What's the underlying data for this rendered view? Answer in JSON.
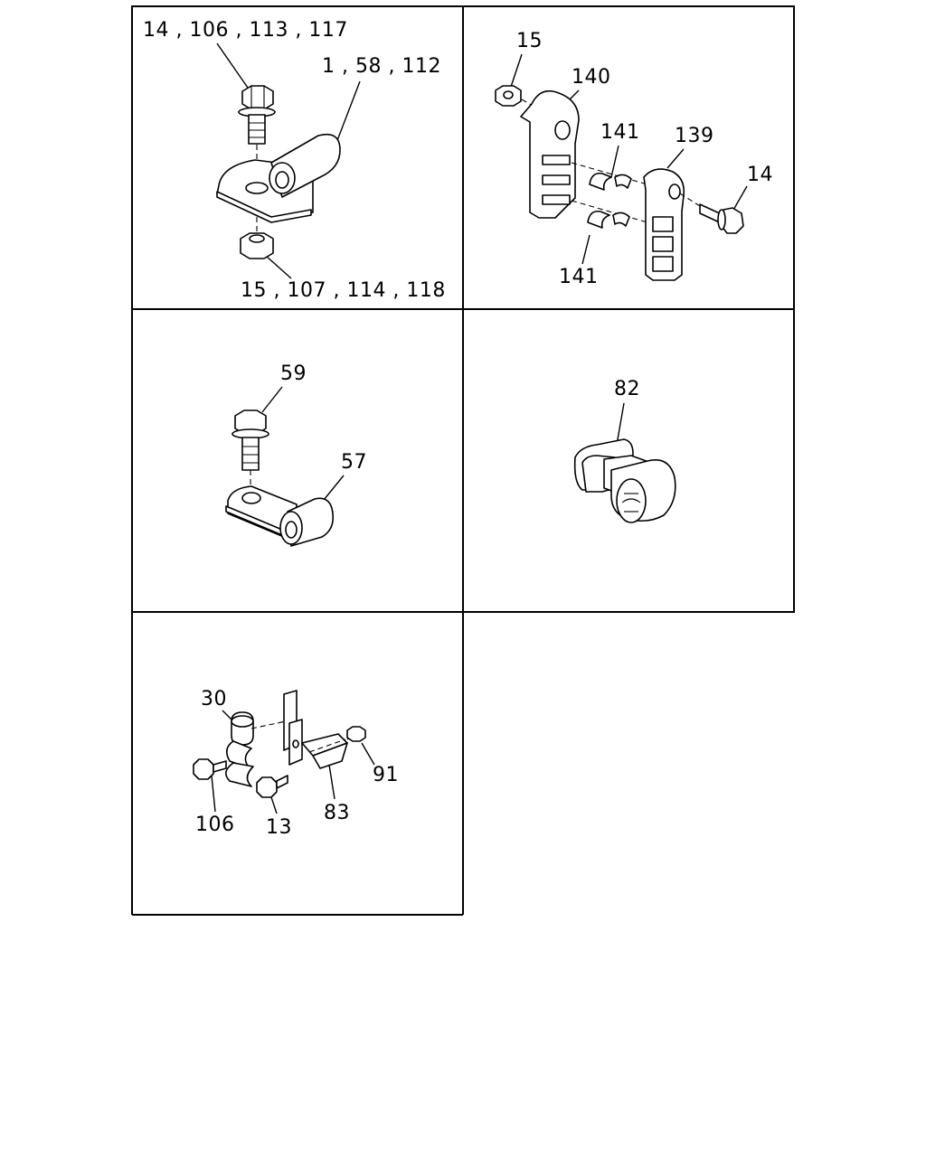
{
  "panels": [
    {
      "id": "p1",
      "labels": [
        "14 , 106 , 113 , 117",
        "1 , 58 , 112",
        "15 , 107 , 114 , 118"
      ]
    },
    {
      "id": "p2",
      "labels": [
        "15",
        "140",
        "141",
        "139",
        "14",
        "141"
      ]
    },
    {
      "id": "p3",
      "labels": [
        "59",
        "57"
      ]
    },
    {
      "id": "p4",
      "labels": [
        "82"
      ]
    },
    {
      "id": "p5",
      "labels": [
        "30",
        "106",
        "13",
        "83",
        "91"
      ]
    }
  ]
}
